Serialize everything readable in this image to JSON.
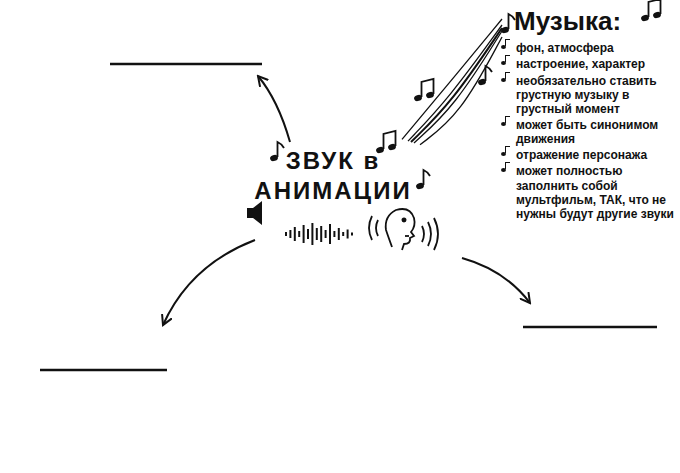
{
  "diagram": {
    "nodes": [
      {
        "text": [
          "ЗВУК в АНИМАЦИИ"
        ]
      },
      {
        "text": [
          "Музыка:",
          "фон, атмосфера",
          "настроение, характер",
          "необязательно ставить грустную музыку в грустный момент",
          "может быть синонимом движения",
          "отражение персонажа",
          "может полностью заполнить собой мультфильм, ТАК, что не нужны будут другие звуки"
        ]
      }
    ],
    "edges": [
      {
        "from": 0,
        "to": 1,
        "arrow": "none"
      }
    ]
  }
}
